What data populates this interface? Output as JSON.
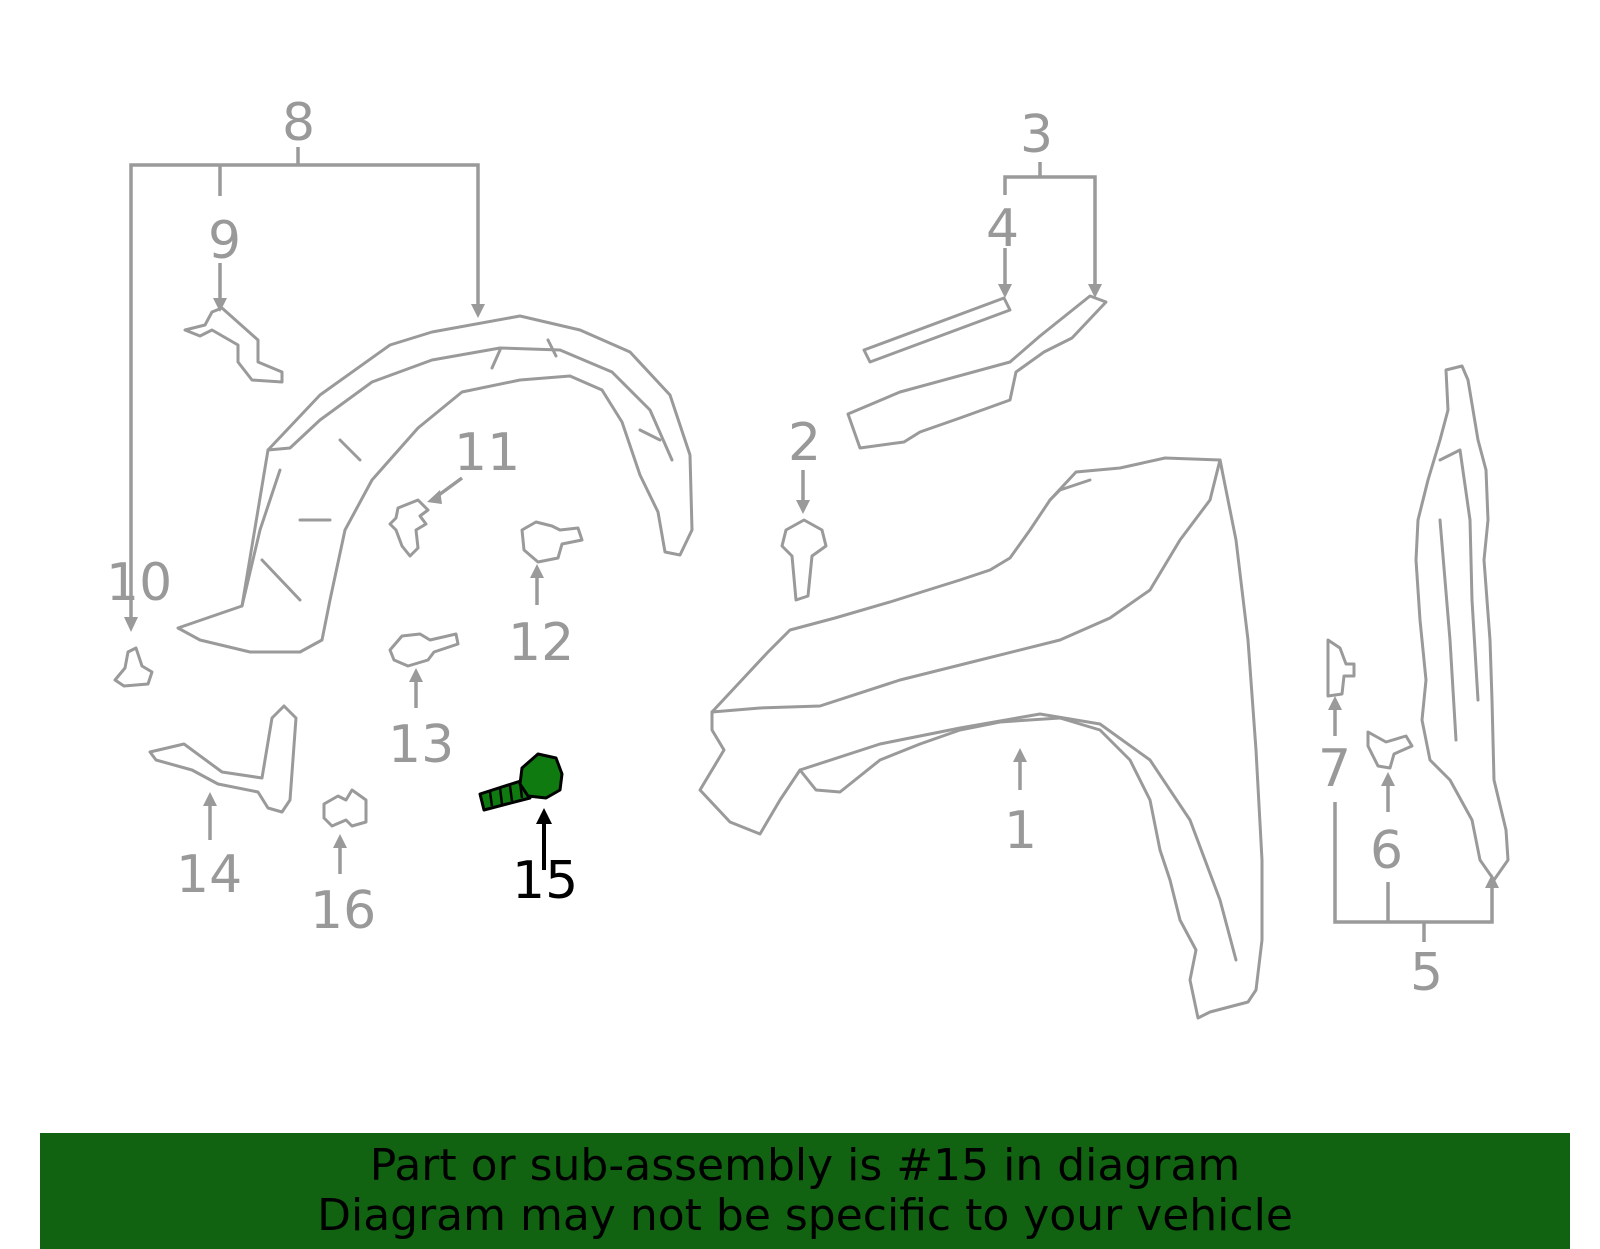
{
  "diagram": {
    "callouts": [
      "1",
      "2",
      "3",
      "4",
      "5",
      "6",
      "7",
      "8",
      "9",
      "10",
      "11",
      "12",
      "13",
      "14",
      "15",
      "16"
    ],
    "highlighted_callout": "15",
    "colors": {
      "linework": "#9a9a9a",
      "highlight_part": "#0f7a0f",
      "banner": "#116311",
      "highlight_text": "#000000"
    }
  },
  "banner": {
    "line1": "Part or sub-assembly is #15 in diagram",
    "line2": "Diagram may not be specific to your vehicle"
  }
}
